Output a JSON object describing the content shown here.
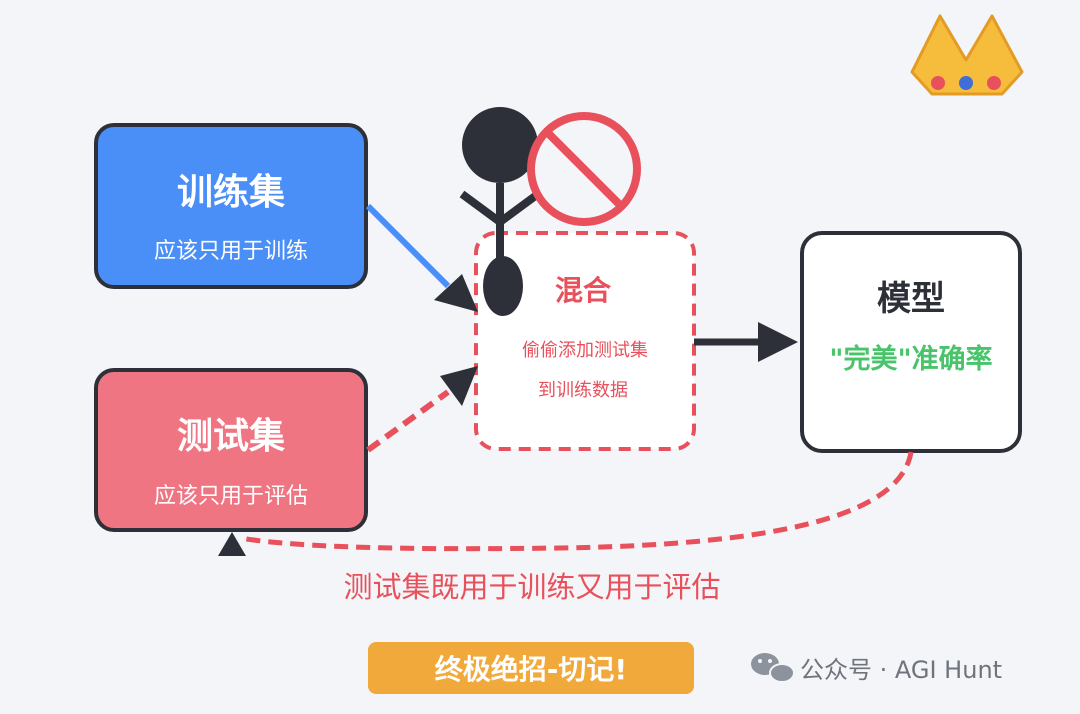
{
  "train_box": {
    "title": "训练集",
    "subtitle": "应该只用于训练",
    "color": "#4a8ef8"
  },
  "test_box": {
    "title": "测试集",
    "subtitle": "应该只用于评估",
    "color": "#ef7583"
  },
  "mix_box": {
    "title": "混合",
    "line1": "偷偷添加测试集",
    "line2": "到训练数据",
    "color": "#e8505b"
  },
  "model_box": {
    "title": "模型",
    "quote_part": "\"完美\"",
    "rest_part": "准确率",
    "quote_color": "#49c46b"
  },
  "loop_caption": "测试集既用于训练又用于评估",
  "banner": {
    "label": "终极绝招-切记!",
    "color": "#f0a93a"
  },
  "watermark": {
    "source": "公众号 · AGI Hunt"
  },
  "icons": {
    "person": "person-icon",
    "prohibited": "prohibited-icon",
    "crown": "crown-icon",
    "wechat": "wechat-icon"
  }
}
